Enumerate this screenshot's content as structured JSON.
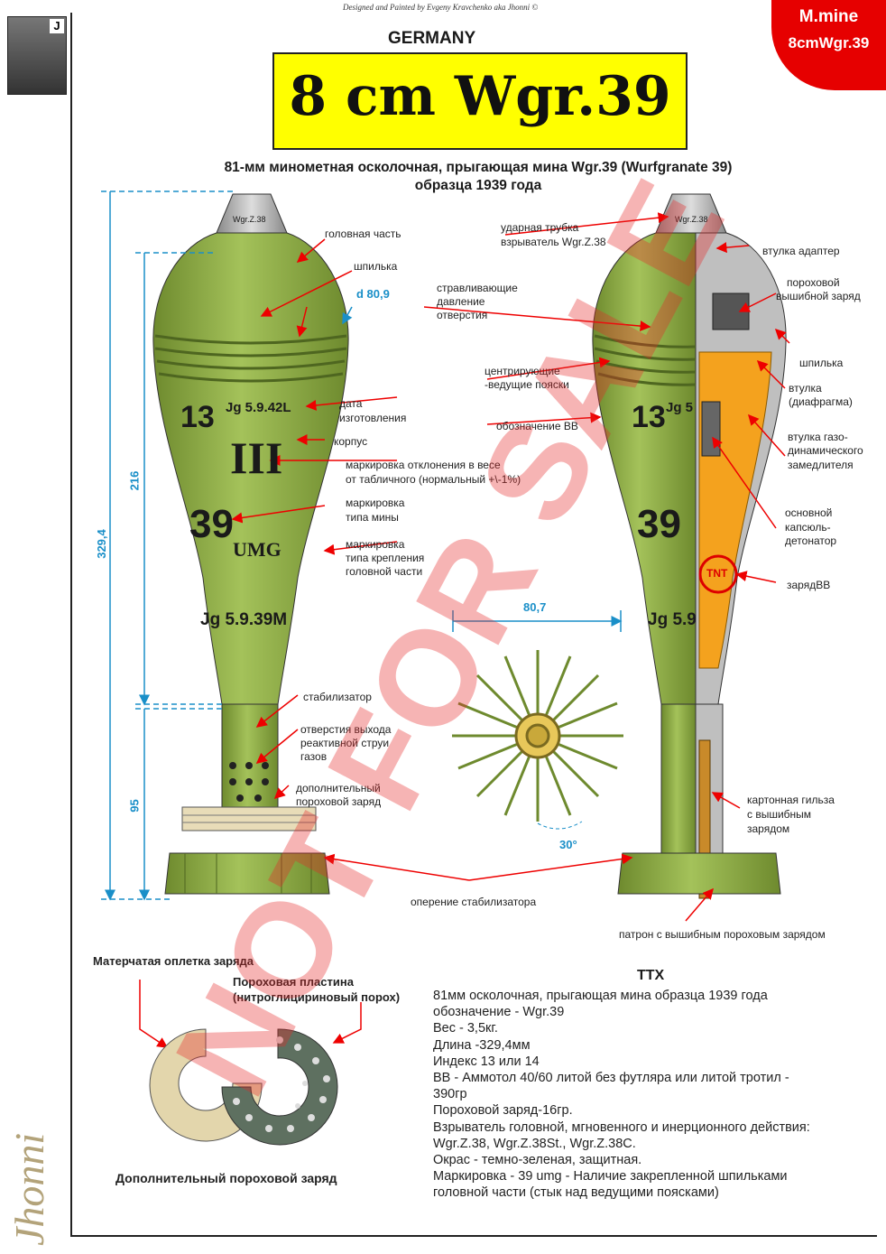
{
  "header": {
    "credit": "Designed and Painted by Evgeny Kravchenko aka Jhonni ©",
    "corner_line1": "M.mine",
    "corner_line2": "8cmWgr.39",
    "country": "GERMANY",
    "title": "8 cm Wgr.39",
    "subtitle_line1": "81-мм минометная осколочная, прыгающая мина  Wgr.39 (Wurfgranate 39)",
    "subtitle_line2": "образца 1939 года",
    "avatar_letter": "J"
  },
  "left_mine": {
    "markings": {
      "m1": "13",
      "m1b": "Jg 5.9.42L",
      "m2": "III",
      "m3": "39",
      "m3b": "UMG",
      "m4": "Jg 5.9.39M",
      "fuze": "Wgr.Z.38"
    },
    "labels": [
      "головная часть",
      "шпилька",
      "дата",
      "изготовления",
      "корпус",
      "маркировка отклонения в весе",
      "от табличного (нормальный +\\-1%)",
      "маркировка",
      "типа мины",
      "маркировка",
      "типа крепления",
      "головной части",
      "стабилизатор",
      "отверстия выхода",
      "реактивной струи",
      "газов",
      "дополнительный",
      "пороховой заряд"
    ],
    "dims": {
      "d": "d 80,9",
      "h216": "216",
      "h329": "329,4",
      "h95": "95"
    }
  },
  "center": {
    "labels": [
      "стравливающие",
      "давление",
      "отверстия",
      "центрирующие",
      "-ведущие пояски",
      "обозначение ВВ"
    ],
    "dims": {
      "width": "80,7",
      "angle": "30°"
    },
    "fin_bottom": "оперение стабилизатора",
    "cartridge_bottom": "патрон с вышибным пороховым зарядом"
  },
  "right_mine": {
    "markings": {
      "m1": "13",
      "m1b": "Jg 5",
      "m3": "39",
      "m4": "Jg 5.9",
      "tnt": "TNT",
      "fuze": "Wgr.Z.38"
    },
    "labels_left": [
      "ударная трубка",
      "взрыватель Wgr.Z.38"
    ],
    "labels": [
      "втулка адаптер",
      "пороховой",
      "вышибной заряд",
      "шпилька",
      "втулка",
      "(диафрагма)",
      "втулка газо-",
      "динамического",
      "замедлителя",
      "основной",
      "капсюль-",
      "детонатор",
      "зарядВВ",
      "картонная гильза",
      "с вышибным",
      "зарядом"
    ]
  },
  "lower": {
    "label_braid": "Матерчатая оплетка заряда",
    "label_plate1": "Пороховая пластина",
    "label_plate2": "(нитроглицириновый порох)",
    "label_charge": "Дополнительный пороховой заряд"
  },
  "ttx": {
    "title": "TTX",
    "lines": [
      "81мм осколочная, прыгающая мина образца 1939 года",
      "",
      "обозначение - Wgr.39",
      "Вес - 3,5кг.",
      "Длина -329,4мм",
      "Индекс 13 или 14",
      "ВВ - Аммотол 40/60 литой без футляра или литой тротил -",
      "390гр",
      "Пороховой заряд-16гр.",
      "Взрыватель головной, мгновенного и инерционного действия:",
      "Wgr.Z.38, Wgr.Z.38St., Wgr.Z.38C.",
      "Окрас - темно-зеленая, защитная.",
      "Маркировка - 39 umg - Наличие закрепленной шпильками",
      "головной части (стык над ведущими поясками)"
    ]
  },
  "watermark": "NOT FOR SALE",
  "signature": "Jhonni",
  "colors": {
    "body": "#8fac46",
    "body_dark": "#6e8a2e",
    "title_bg": "#ffff00",
    "accent": "#e60000",
    "dim": "#1a8fc8",
    "explosive": "#f4a21e"
  }
}
